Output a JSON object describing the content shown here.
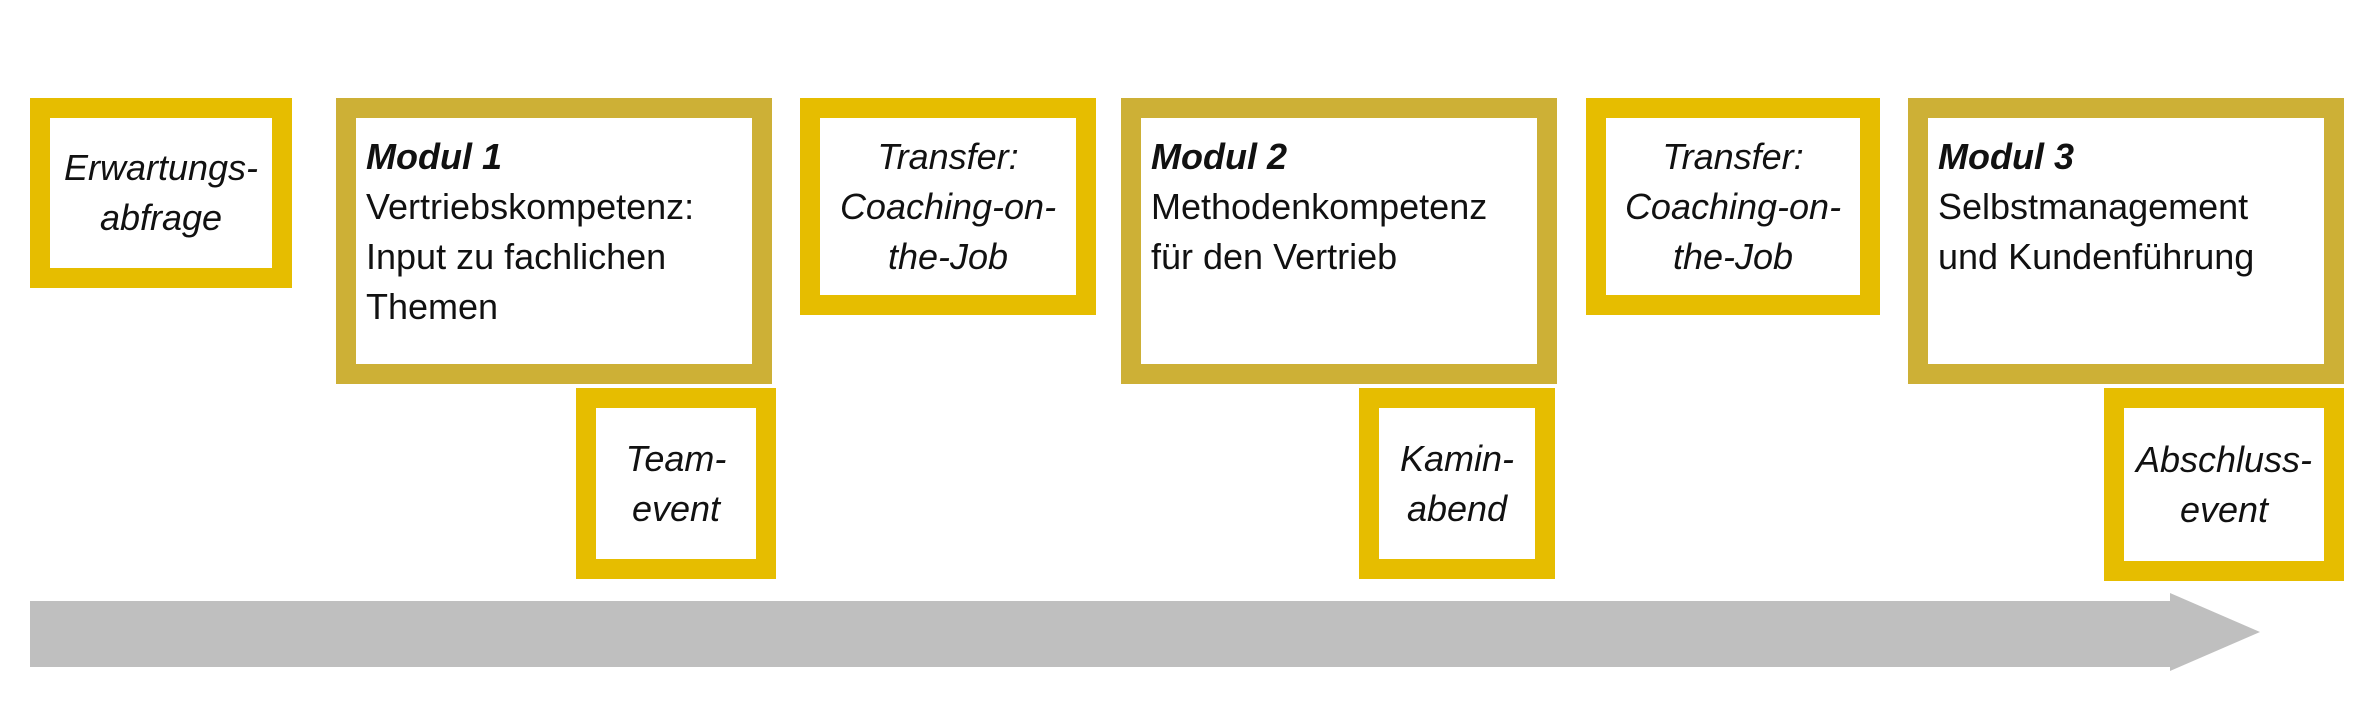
{
  "boxes": {
    "erwartung": {
      "lines": [
        "Erwartungs-",
        "abfrage"
      ]
    },
    "modul1": {
      "title": "Modul 1",
      "lines": [
        "Vertriebskompetenz:",
        "Input zu fachlichen",
        "Themen"
      ]
    },
    "transfer1": {
      "lines": [
        "Transfer:",
        "Coaching-on-",
        "the-Job"
      ]
    },
    "modul2": {
      "title": "Modul 2",
      "lines": [
        "Methodenkompetenz",
        "für den Vertrieb"
      ]
    },
    "transfer2": {
      "lines": [
        "Transfer:",
        "Coaching-on-",
        "the-Job"
      ]
    },
    "modul3": {
      "title": "Modul 3",
      "lines": [
        "Selbstmanagement",
        "und Kundenführung"
      ]
    },
    "teamevent": {
      "lines": [
        "Team-",
        "event"
      ]
    },
    "kaminabend": {
      "lines": [
        "Kamin-",
        "abend"
      ]
    },
    "abschluss": {
      "lines": [
        "Abschluss-",
        "event"
      ]
    }
  },
  "colors": {
    "accent_bright": "#e6bd00",
    "accent_olive": "#cdb036",
    "arrow": "#bfbfbf"
  }
}
